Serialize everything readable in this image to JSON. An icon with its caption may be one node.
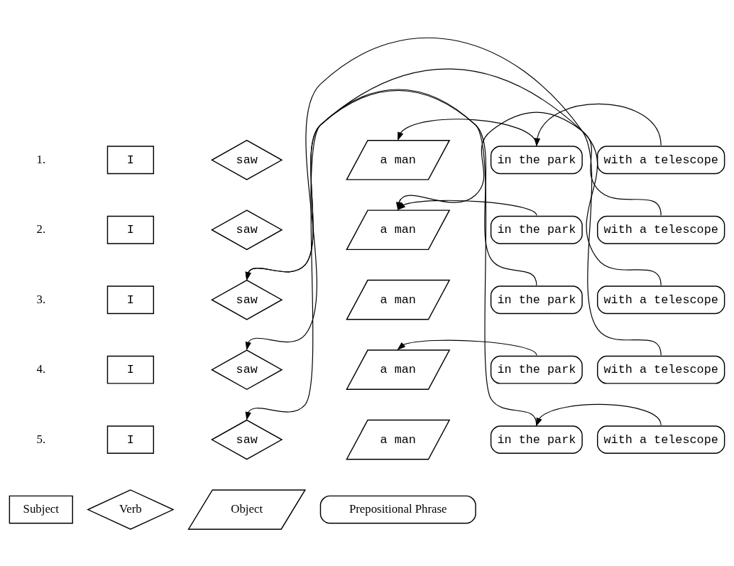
{
  "diagram": {
    "nodes": [
      {
        "text": [
          "Subject"
        ]
      },
      {
        "text": [
          "Verb"
        ]
      },
      {
        "text": [
          "Object"
        ]
      },
      {
        "text": [
          "Prepositional Phrase"
        ]
      },
      {
        "text": [
          "I"
        ]
      },
      {
        "text": [
          "saw"
        ]
      },
      {
        "text": [
          "a man"
        ]
      },
      {
        "text": [
          "in the park"
        ]
      },
      {
        "text": [
          "with a telescope"
        ]
      },
      {
        "text": [
          "I"
        ]
      },
      {
        "text": [
          "saw"
        ]
      },
      {
        "text": [
          "a man"
        ]
      },
      {
        "text": [
          "in the park"
        ]
      },
      {
        "text": [
          "with a telescope"
        ]
      },
      {
        "text": [
          "I"
        ]
      },
      {
        "text": [
          "saw"
        ]
      },
      {
        "text": [
          "a man"
        ]
      },
      {
        "text": [
          "in the park"
        ]
      },
      {
        "text": [
          "with a telescope"
        ]
      },
      {
        "text": [
          "I"
        ]
      },
      {
        "text": [
          "saw"
        ]
      },
      {
        "text": [
          "a man"
        ]
      },
      {
        "text": [
          "in the park"
        ]
      },
      {
        "text": [
          "with a telescope"
        ]
      },
      {
        "text": [
          "I"
        ]
      },
      {
        "text": [
          "saw"
        ]
      },
      {
        "text": [
          "a man"
        ]
      },
      {
        "text": [
          "in the park"
        ]
      },
      {
        "text": [
          "with a telescope"
        ]
      }
    ],
    "edges": [
      {
        "from": 7,
        "to": 6,
        "arrow": "to"
      },
      {
        "from": 8,
        "to": 7,
        "arrow": "to"
      },
      {
        "from": 13,
        "to": 11,
        "arrow": "to"
      },
      {
        "from": 12,
        "to": 11,
        "arrow": "to"
      },
      {
        "from": 18,
        "to": 15,
        "arrow": "to"
      },
      {
        "from": 17,
        "to": 15,
        "arrow": "to"
      },
      {
        "from": 23,
        "to": 20,
        "arrow": "to"
      },
      {
        "from": 22,
        "to": 21,
        "arrow": "to"
      },
      {
        "from": 27,
        "to": 25,
        "arrow": "to"
      },
      {
        "from": 28,
        "to": 27,
        "arrow": "to"
      }
    ],
    "labels": [
      "1.",
      "2.",
      "3.",
      "4.",
      "5."
    ]
  }
}
